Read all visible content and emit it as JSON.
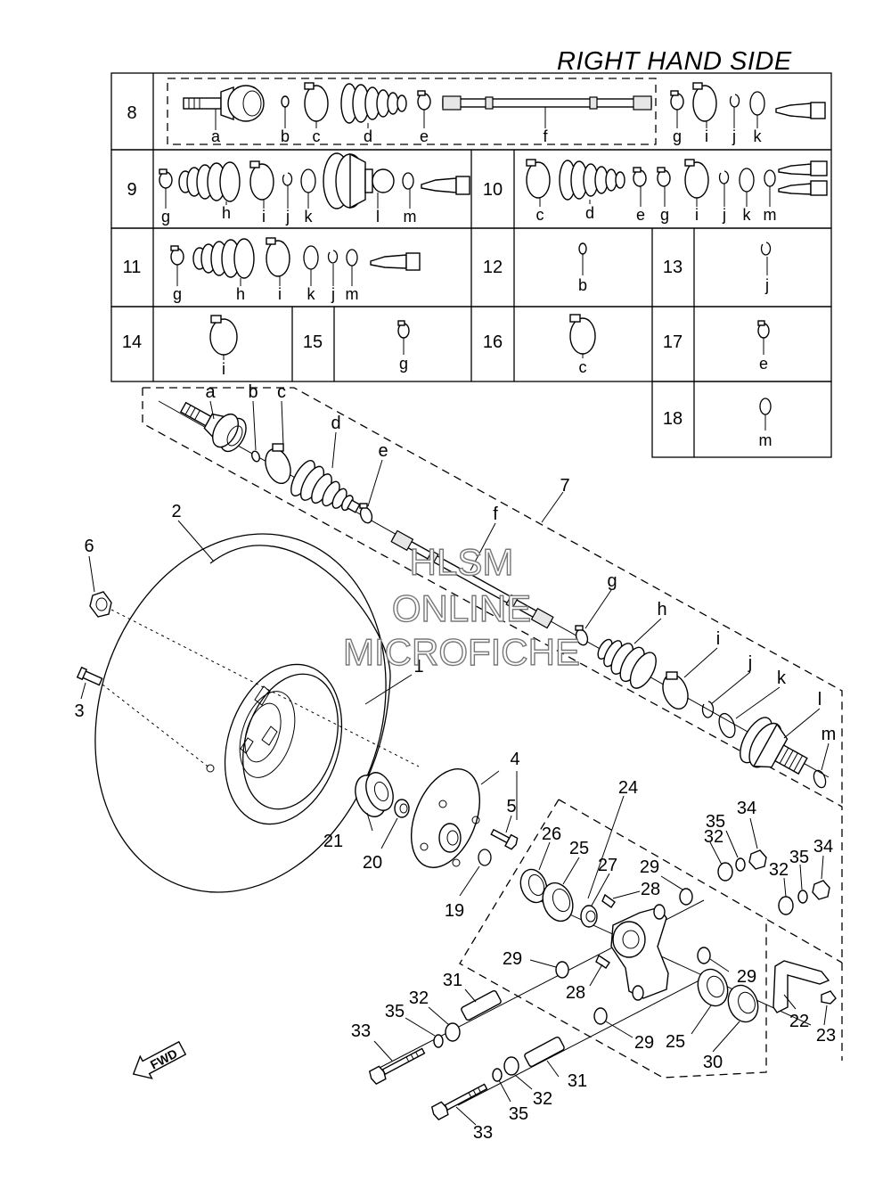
{
  "title": "RIGHT HAND SIDE",
  "watermark": [
    "HLSM",
    "ONLINE",
    "MICROFICHE"
  ],
  "fwd_label": "FWD",
  "kit_table": [
    {
      "no": "8",
      "parts": [
        "a",
        "b",
        "c",
        "d",
        "e",
        "f",
        "g",
        "i",
        "j",
        "k"
      ]
    },
    {
      "no": "9",
      "parts": [
        "g",
        "h",
        "i",
        "j",
        "k",
        "l",
        "m"
      ]
    },
    {
      "no": "10",
      "parts": [
        "c",
        "d",
        "e",
        "g",
        "i",
        "j",
        "k",
        "m"
      ]
    },
    {
      "no": "11",
      "parts": [
        "g",
        "h",
        "i",
        "k",
        "j",
        "m"
      ]
    },
    {
      "no": "12",
      "parts": [
        "b"
      ]
    },
    {
      "no": "13",
      "parts": [
        "j"
      ]
    },
    {
      "no": "14",
      "parts": [
        "i"
      ]
    },
    {
      "no": "15",
      "parts": [
        "g"
      ]
    },
    {
      "no": "16",
      "parts": [
        "c"
      ]
    },
    {
      "no": "17",
      "parts": [
        "e"
      ]
    },
    {
      "no": "18",
      "parts": [
        "m"
      ]
    }
  ],
  "shaft_letters": [
    "a",
    "b",
    "c",
    "d",
    "e",
    "f",
    "g",
    "h",
    "i",
    "j",
    "k",
    "l",
    "m"
  ],
  "callouts": [
    "1",
    "2",
    "3",
    "4",
    "5",
    "6",
    "7",
    "19",
    "20",
    "21",
    "22",
    "23",
    "24",
    "25",
    "25",
    "26",
    "27",
    "28",
    "28",
    "29",
    "29",
    "29",
    "29",
    "30",
    "31",
    "31",
    "32",
    "32",
    "32",
    "32",
    "33",
    "33",
    "34",
    "34",
    "35",
    "35",
    "35",
    "35"
  ]
}
